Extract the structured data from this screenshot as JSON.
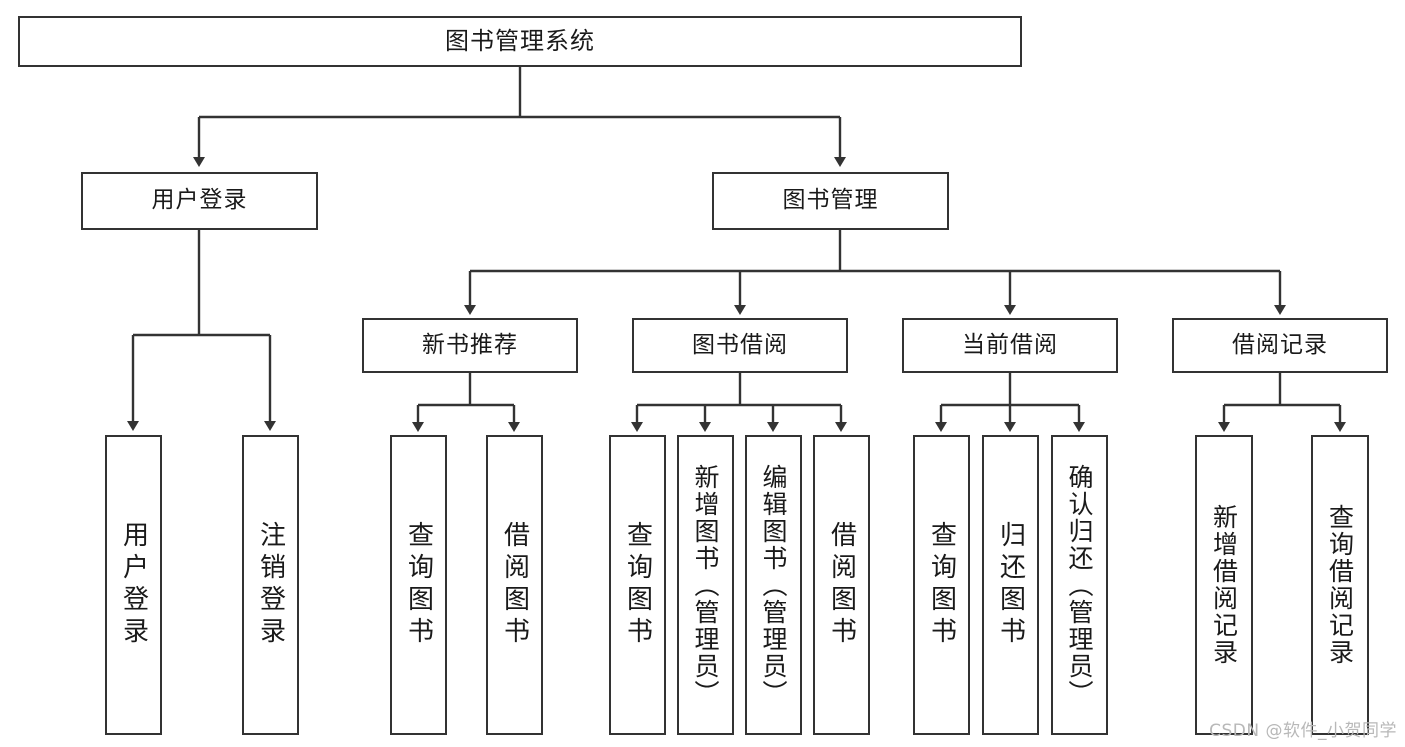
{
  "diagram": {
    "title": "图书管理系统",
    "type": "tree",
    "watermark": "CSDN @软件_小贺同学",
    "colors": {
      "box_border": "#333333",
      "box_fill": "#ffffff",
      "edge": "#333333",
      "text": "#1a1a1a",
      "watermark": "#b8b8b8"
    },
    "nodes": {
      "root": "图书管理系统",
      "level2": [
        "用户登录",
        "图书管理"
      ],
      "level3": [
        "新书推荐",
        "图书借阅",
        "当前借阅",
        "借阅记录"
      ],
      "leaves": {
        "user_login": [
          "用户登录",
          "注销登录"
        ],
        "new_book": [
          "查询图书",
          "借阅图书"
        ],
        "borrow": [
          "查询图书",
          "新增图书（管理员）",
          "编辑图书（管理员）",
          "借阅图书"
        ],
        "current": [
          "查询图书",
          "归还图书",
          "确认归还（管理员）"
        ],
        "record": [
          "新增借阅记录",
          "查询借阅记录"
        ]
      }
    }
  }
}
